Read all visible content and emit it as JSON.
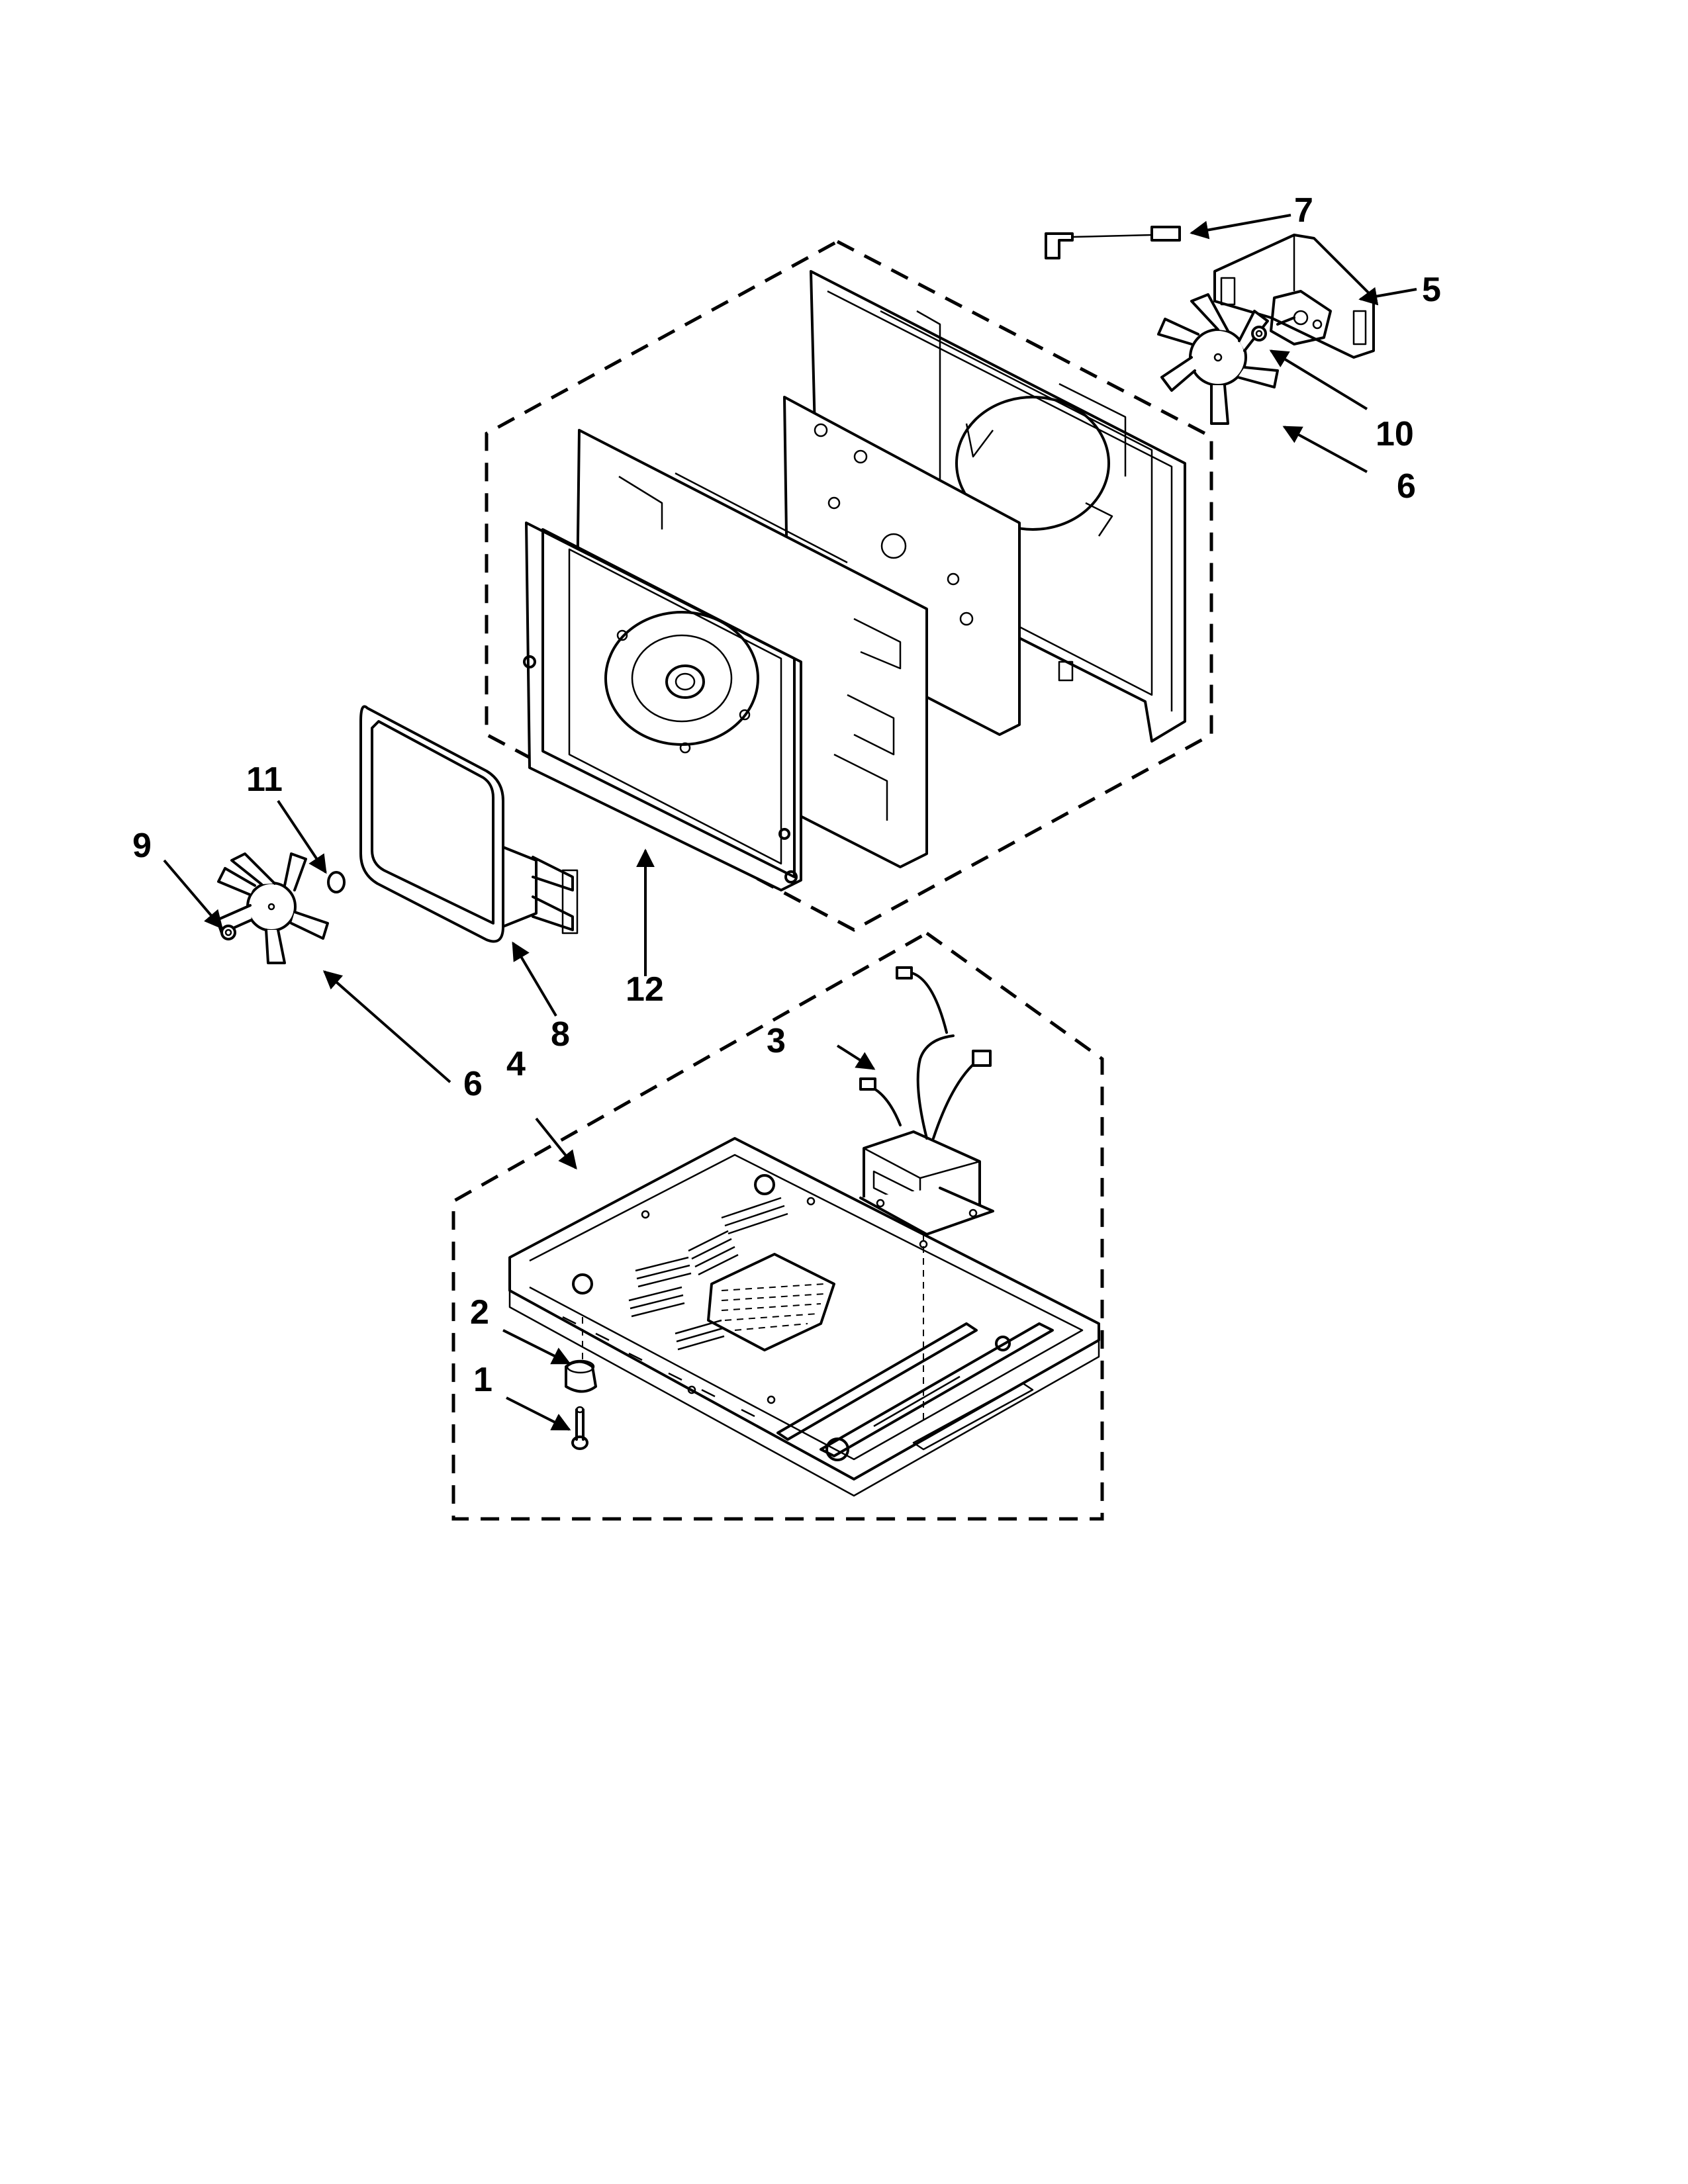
{
  "diagram": {
    "callouts": [
      {
        "id": "1",
        "label": "1"
      },
      {
        "id": "2",
        "label": "2"
      },
      {
        "id": "3",
        "label": "3"
      },
      {
        "id": "4",
        "label": "4"
      },
      {
        "id": "5",
        "label": "5"
      },
      {
        "id": "6a",
        "label": "6"
      },
      {
        "id": "6b",
        "label": "6"
      },
      {
        "id": "7",
        "label": "7"
      },
      {
        "id": "8",
        "label": "8"
      },
      {
        "id": "9",
        "label": "9"
      },
      {
        "id": "10",
        "label": "10"
      },
      {
        "id": "11",
        "label": "11"
      },
      {
        "id": "12",
        "label": "12"
      }
    ]
  }
}
